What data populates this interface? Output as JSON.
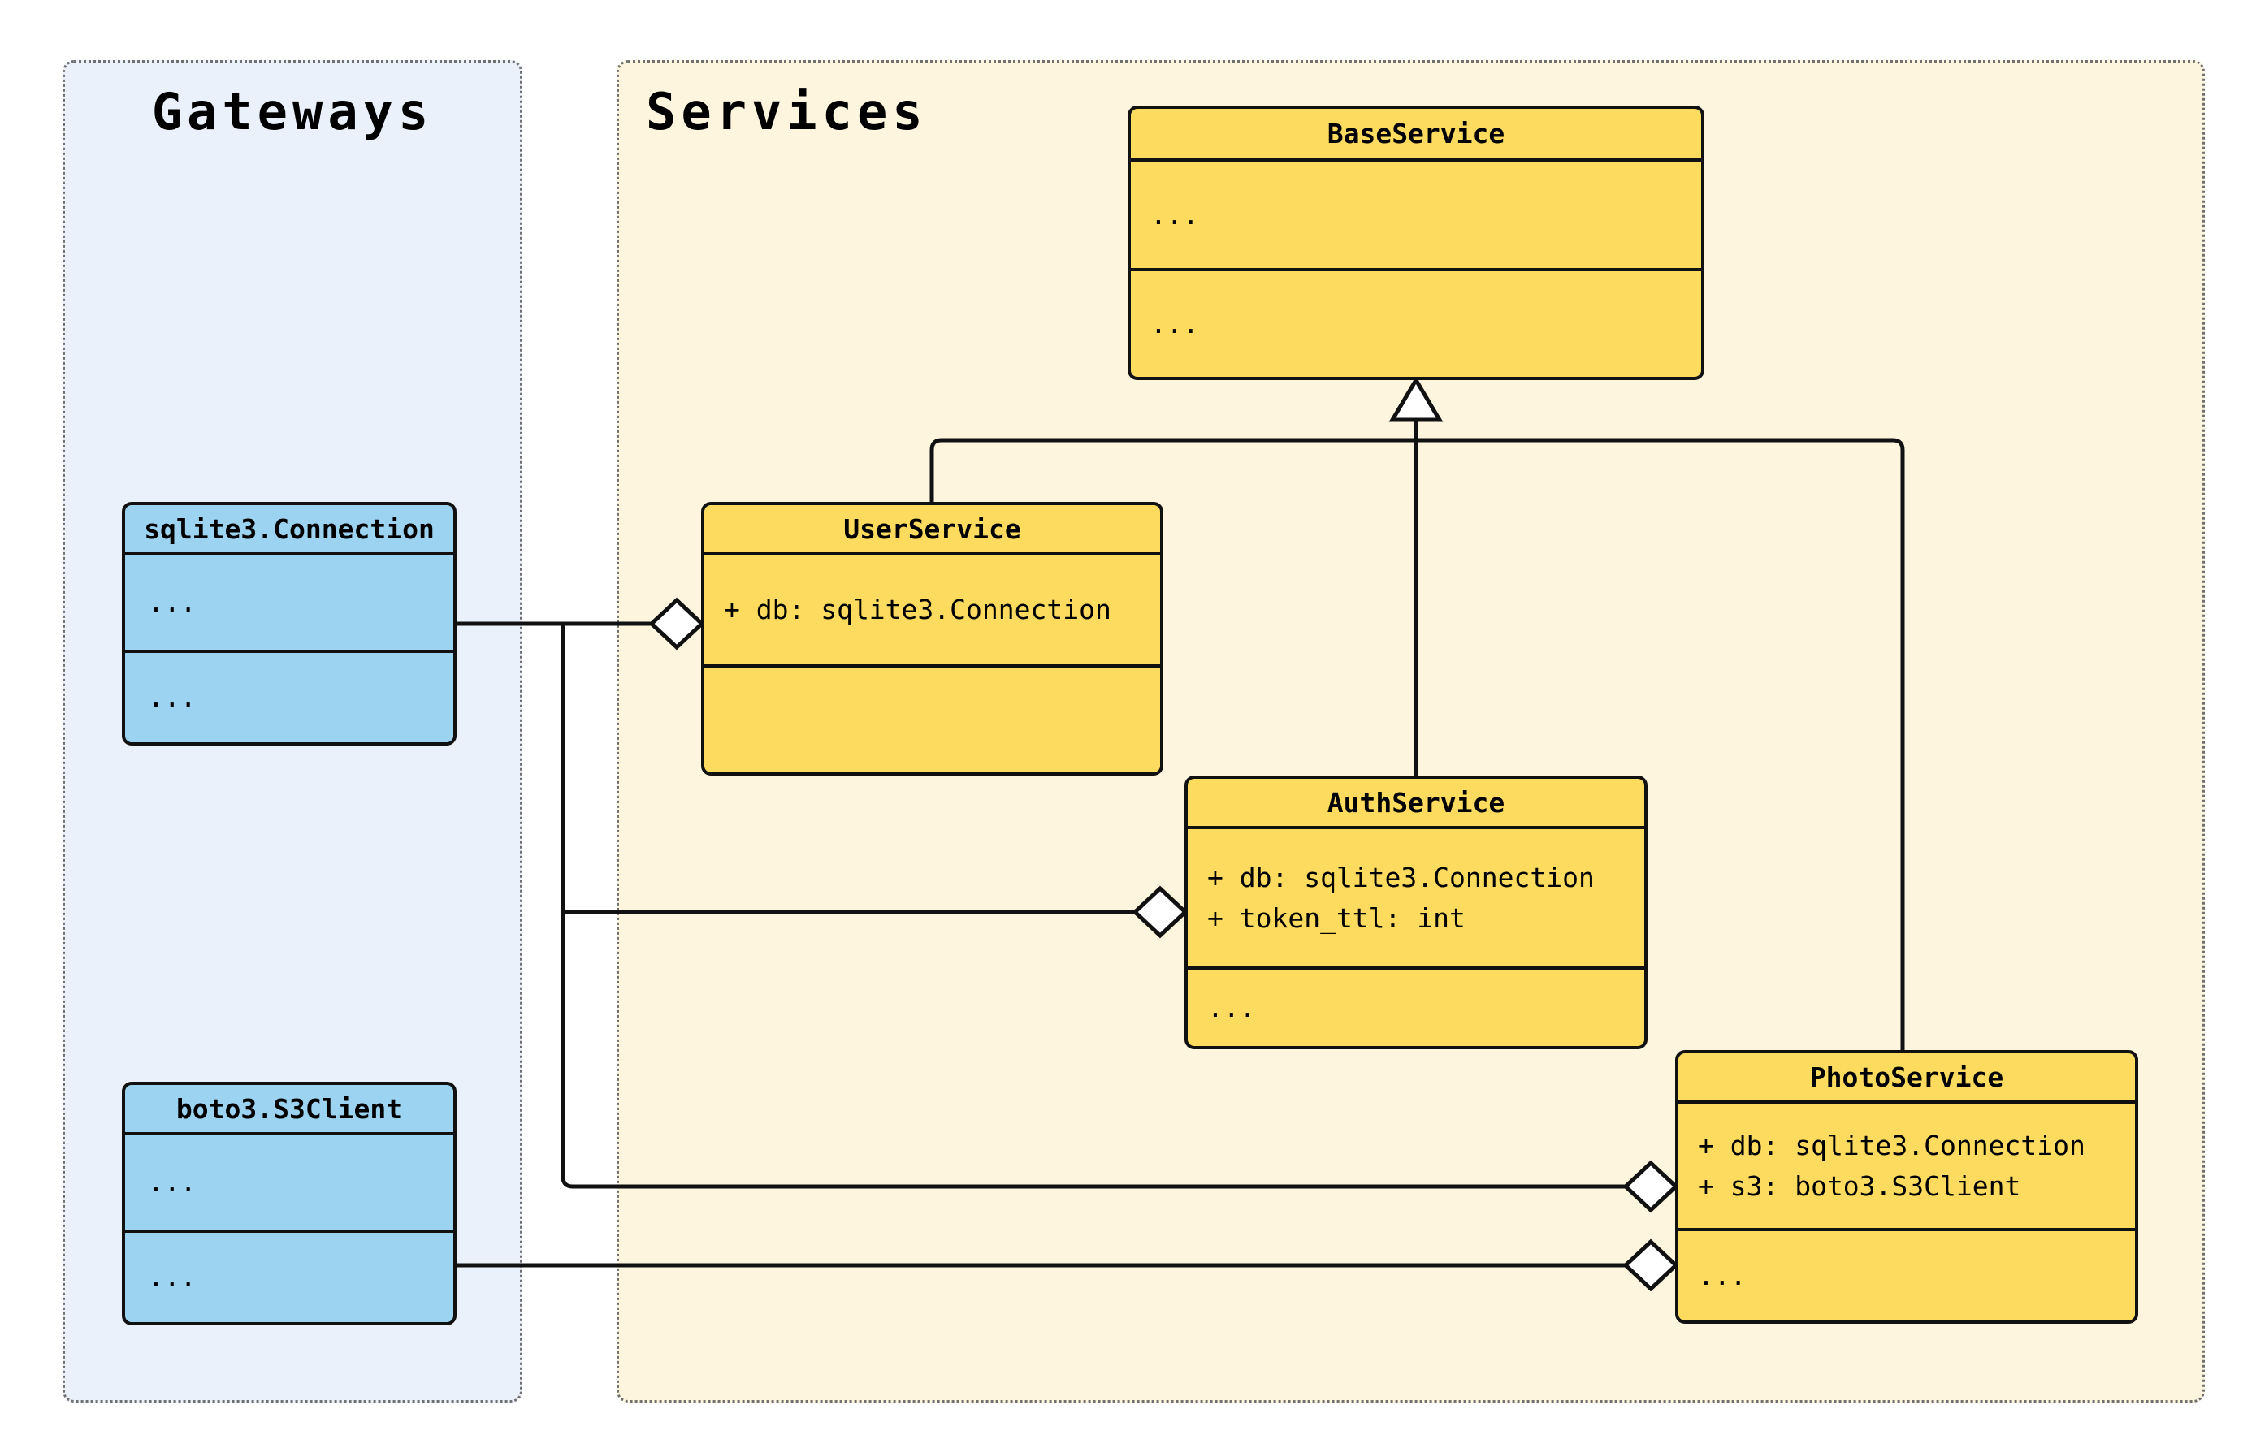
{
  "diagram_type": "uml-class-diagram",
  "panels": {
    "gateways": {
      "title": "Gateways"
    },
    "services": {
      "title": "Services"
    }
  },
  "classes": {
    "sqlite_connection": {
      "name": "sqlite3.Connection",
      "attributes": [
        "..."
      ],
      "methods": [
        "..."
      ]
    },
    "boto3_s3client": {
      "name": "boto3.S3Client",
      "attributes": [
        "..."
      ],
      "methods": [
        "..."
      ]
    },
    "base_service": {
      "name": "BaseService",
      "attributes": [
        "..."
      ],
      "methods": [
        "..."
      ]
    },
    "user_service": {
      "name": "UserService",
      "attributes": [
        "+ db: sqlite3.Connection"
      ],
      "methods": []
    },
    "auth_service": {
      "name": "AuthService",
      "attributes": [
        "+ db: sqlite3.Connection",
        "+ token_ttl: int"
      ],
      "methods": [
        "..."
      ]
    },
    "photo_service": {
      "name": "PhotoService",
      "attributes": [
        "+ db: sqlite3.Connection",
        "+ s3: boto3.S3Client"
      ],
      "methods": [
        "..."
      ]
    }
  },
  "relationships": [
    {
      "from": "UserService",
      "to": "BaseService",
      "type": "inheritance"
    },
    {
      "from": "AuthService",
      "to": "BaseService",
      "type": "inheritance"
    },
    {
      "from": "PhotoService",
      "to": "BaseService",
      "type": "inheritance"
    },
    {
      "from": "sqlite3.Connection",
      "to": "UserService",
      "type": "aggregation"
    },
    {
      "from": "sqlite3.Connection",
      "to": "AuthService",
      "type": "aggregation"
    },
    {
      "from": "sqlite3.Connection",
      "to": "PhotoService",
      "type": "aggregation"
    },
    {
      "from": "boto3.S3Client",
      "to": "PhotoService",
      "type": "aggregation"
    }
  ],
  "theme": {
    "gateway_panel_bg": "#EAF1FA",
    "service_panel_bg": "#FDF5DE",
    "gateway_node_fill": "#9CD3F1",
    "service_node_fill": "#FCDB5F",
    "line_color": "#111111",
    "panel_border_color": "#707070",
    "text_color": "#000000"
  }
}
